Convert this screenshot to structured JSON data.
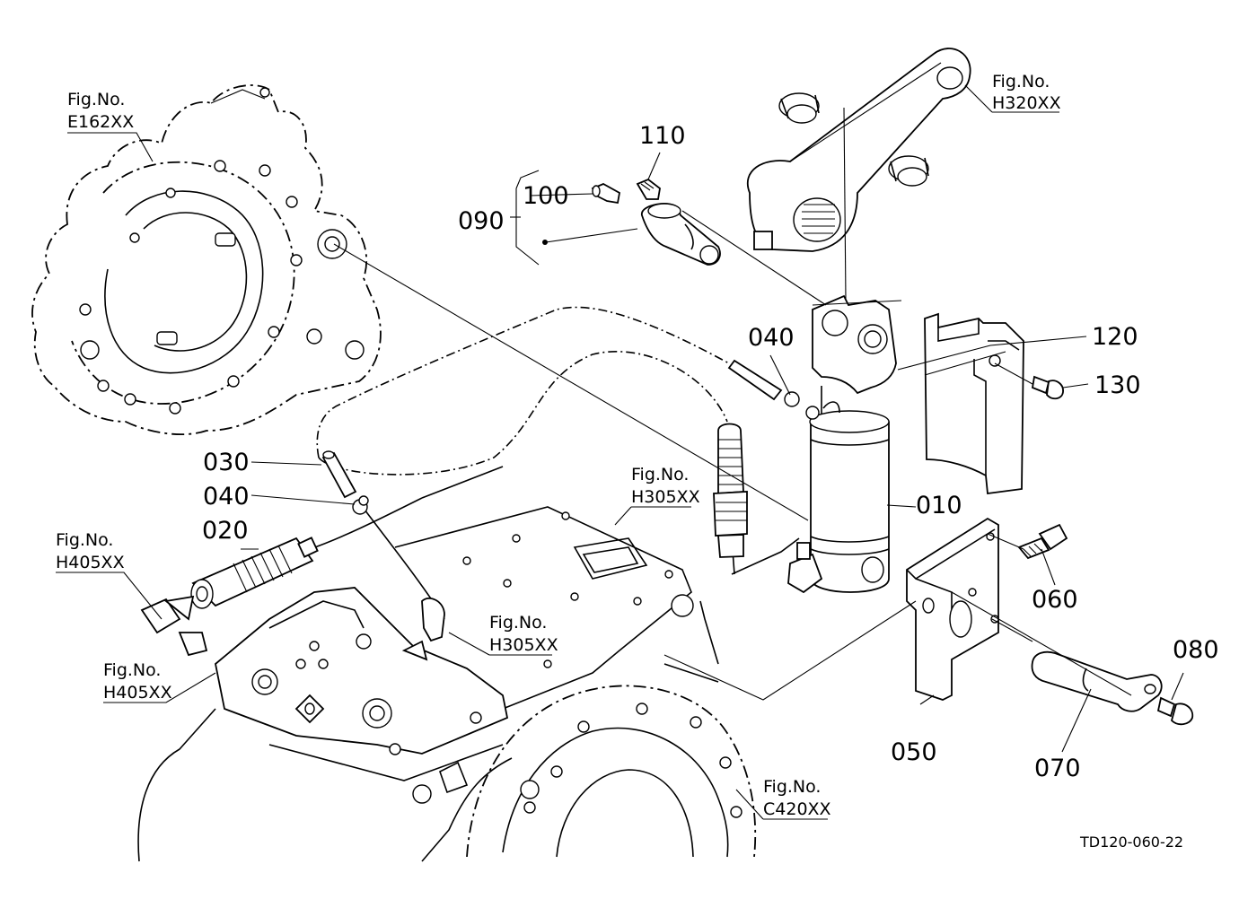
{
  "parts": [
    {
      "id": "p010",
      "number": "010"
    },
    {
      "id": "p020",
      "number": "020"
    },
    {
      "id": "p030",
      "number": "030"
    },
    {
      "id": "p040a",
      "number": "040"
    },
    {
      "id": "p040b",
      "number": "040"
    },
    {
      "id": "p050",
      "number": "050"
    },
    {
      "id": "p060",
      "number": "060"
    },
    {
      "id": "p070",
      "number": "070"
    },
    {
      "id": "p080",
      "number": "080"
    },
    {
      "id": "p090",
      "number": "090"
    },
    {
      "id": "p100",
      "number": "100"
    },
    {
      "id": "p110",
      "number": "110"
    },
    {
      "id": "p120",
      "number": "120"
    },
    {
      "id": "p130",
      "number": "130"
    }
  ],
  "figure_refs": [
    {
      "id": "e162",
      "title": "Fig.No.",
      "code": "E162XX"
    },
    {
      "id": "h320",
      "title": "Fig.No.",
      "code": "H320XX"
    },
    {
      "id": "h305a",
      "title": "Fig.No.",
      "code": "H305XX"
    },
    {
      "id": "h305b",
      "title": "Fig.No.",
      "code": "H305XX"
    },
    {
      "id": "h405a",
      "title": "Fig.No.",
      "code": "H405XX"
    },
    {
      "id": "h405b",
      "title": "Fig.No.",
      "code": "H405XX"
    },
    {
      "id": "c420",
      "title": "Fig.No.",
      "code": "C420XX"
    }
  ],
  "drawing_code": "TD120-060-22"
}
